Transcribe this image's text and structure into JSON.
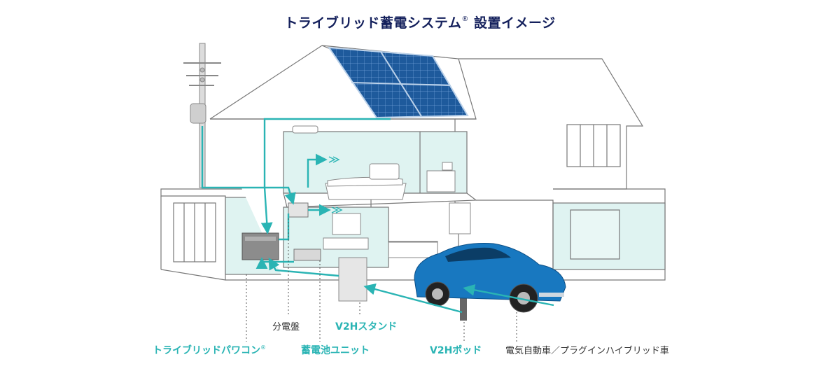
{
  "title": {
    "main": "トライブリッド蓄電システム",
    "reg": "®",
    "tail": " 設置イメージ"
  },
  "labels": {
    "bunden": "分電盤",
    "v2h_stand": "V2Hスタンド",
    "powercon": "トライブリッドパワコン",
    "powercon_reg": "®",
    "battery": "蓄電池ユニット",
    "v2h_pod": "V2Hポッド",
    "ev": "電気自動車／プラグインハイブリッド車"
  },
  "colors": {
    "flow": "#2ab4b4",
    "room_fill": "#dff3f1",
    "line": "#777777",
    "title": "#14205c",
    "solar": "#1e5a9c",
    "car": "#1878c0"
  }
}
